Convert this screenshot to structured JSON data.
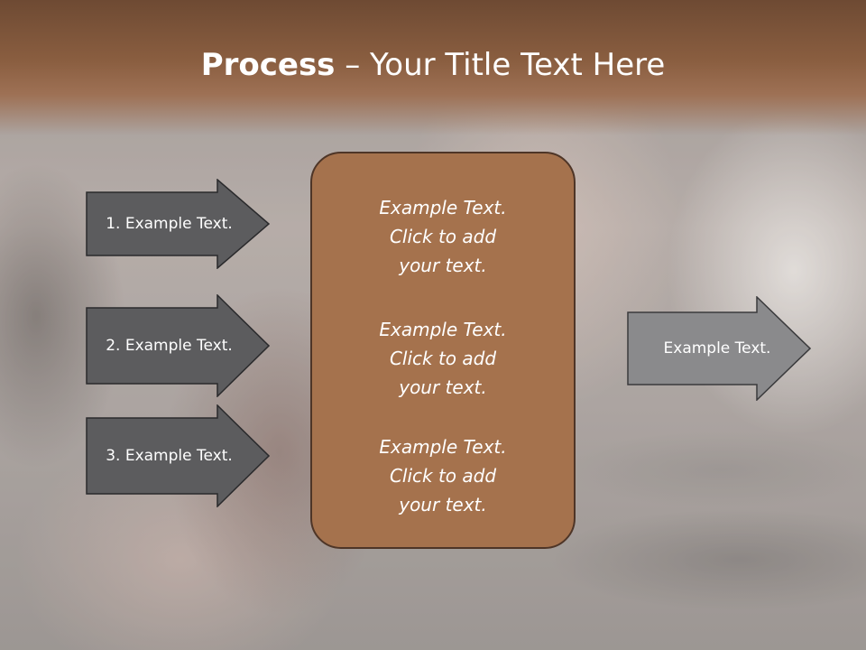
{
  "title": {
    "bold": "Process",
    "rest": " – Your Title Text Here"
  },
  "steps": [
    {
      "label": "1. Example Text."
    },
    {
      "label": "2. Example Text."
    },
    {
      "label": "3. Example Text."
    }
  ],
  "card": {
    "blocks": [
      {
        "l1": "Example Text.",
        "l2": "Click  to add",
        "l3": "your text."
      },
      {
        "l1": "Example Text.",
        "l2": "Click  to add",
        "l3": "your text."
      },
      {
        "l1": "Example Text.",
        "l2": "Click  to add",
        "l3": "your text."
      }
    ]
  },
  "output": {
    "label": "Example Text."
  },
  "colors": {
    "title_bar": "#8a5e40",
    "card_fill": "#a5724d",
    "card_border": "#4e3527",
    "step_arrow": "#5c5c5e",
    "output_arrow": "#8a8a8c"
  }
}
